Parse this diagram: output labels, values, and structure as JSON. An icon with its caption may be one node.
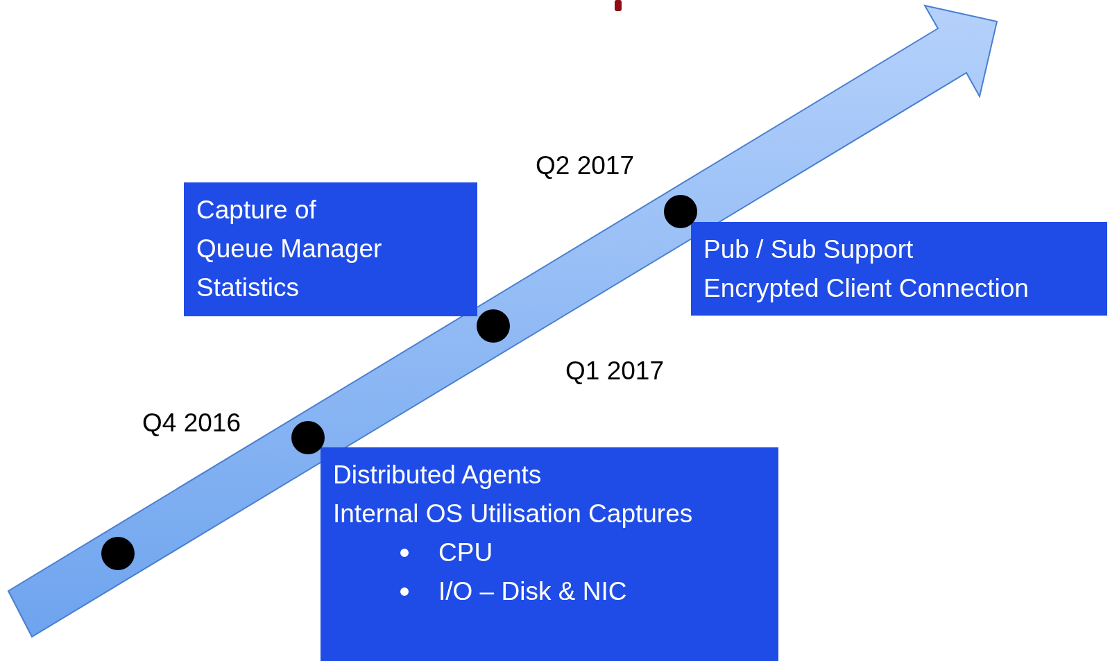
{
  "diagram": {
    "nodes": [
      {
        "text": [
          "Capture of Queue Manager Statistics"
        ]
      },
      {
        "text": [
          "Pub / Sub Support",
          "Encrypted Client Connection"
        ]
      },
      {
        "text": [
          "Distributed Agents",
          "Internal OS Utilisation Captures",
          "CPU",
          "I/O – Disk & NIC"
        ]
      },
      {
        "text": [],
        "shape": "circle"
      },
      {
        "text": [],
        "shape": "circle"
      },
      {
        "text": [],
        "shape": "circle"
      },
      {
        "text": [],
        "shape": "circle"
      }
    ],
    "labels": [
      "Q2 2017",
      "Q4 2016",
      "Q1 2017"
    ]
  }
}
